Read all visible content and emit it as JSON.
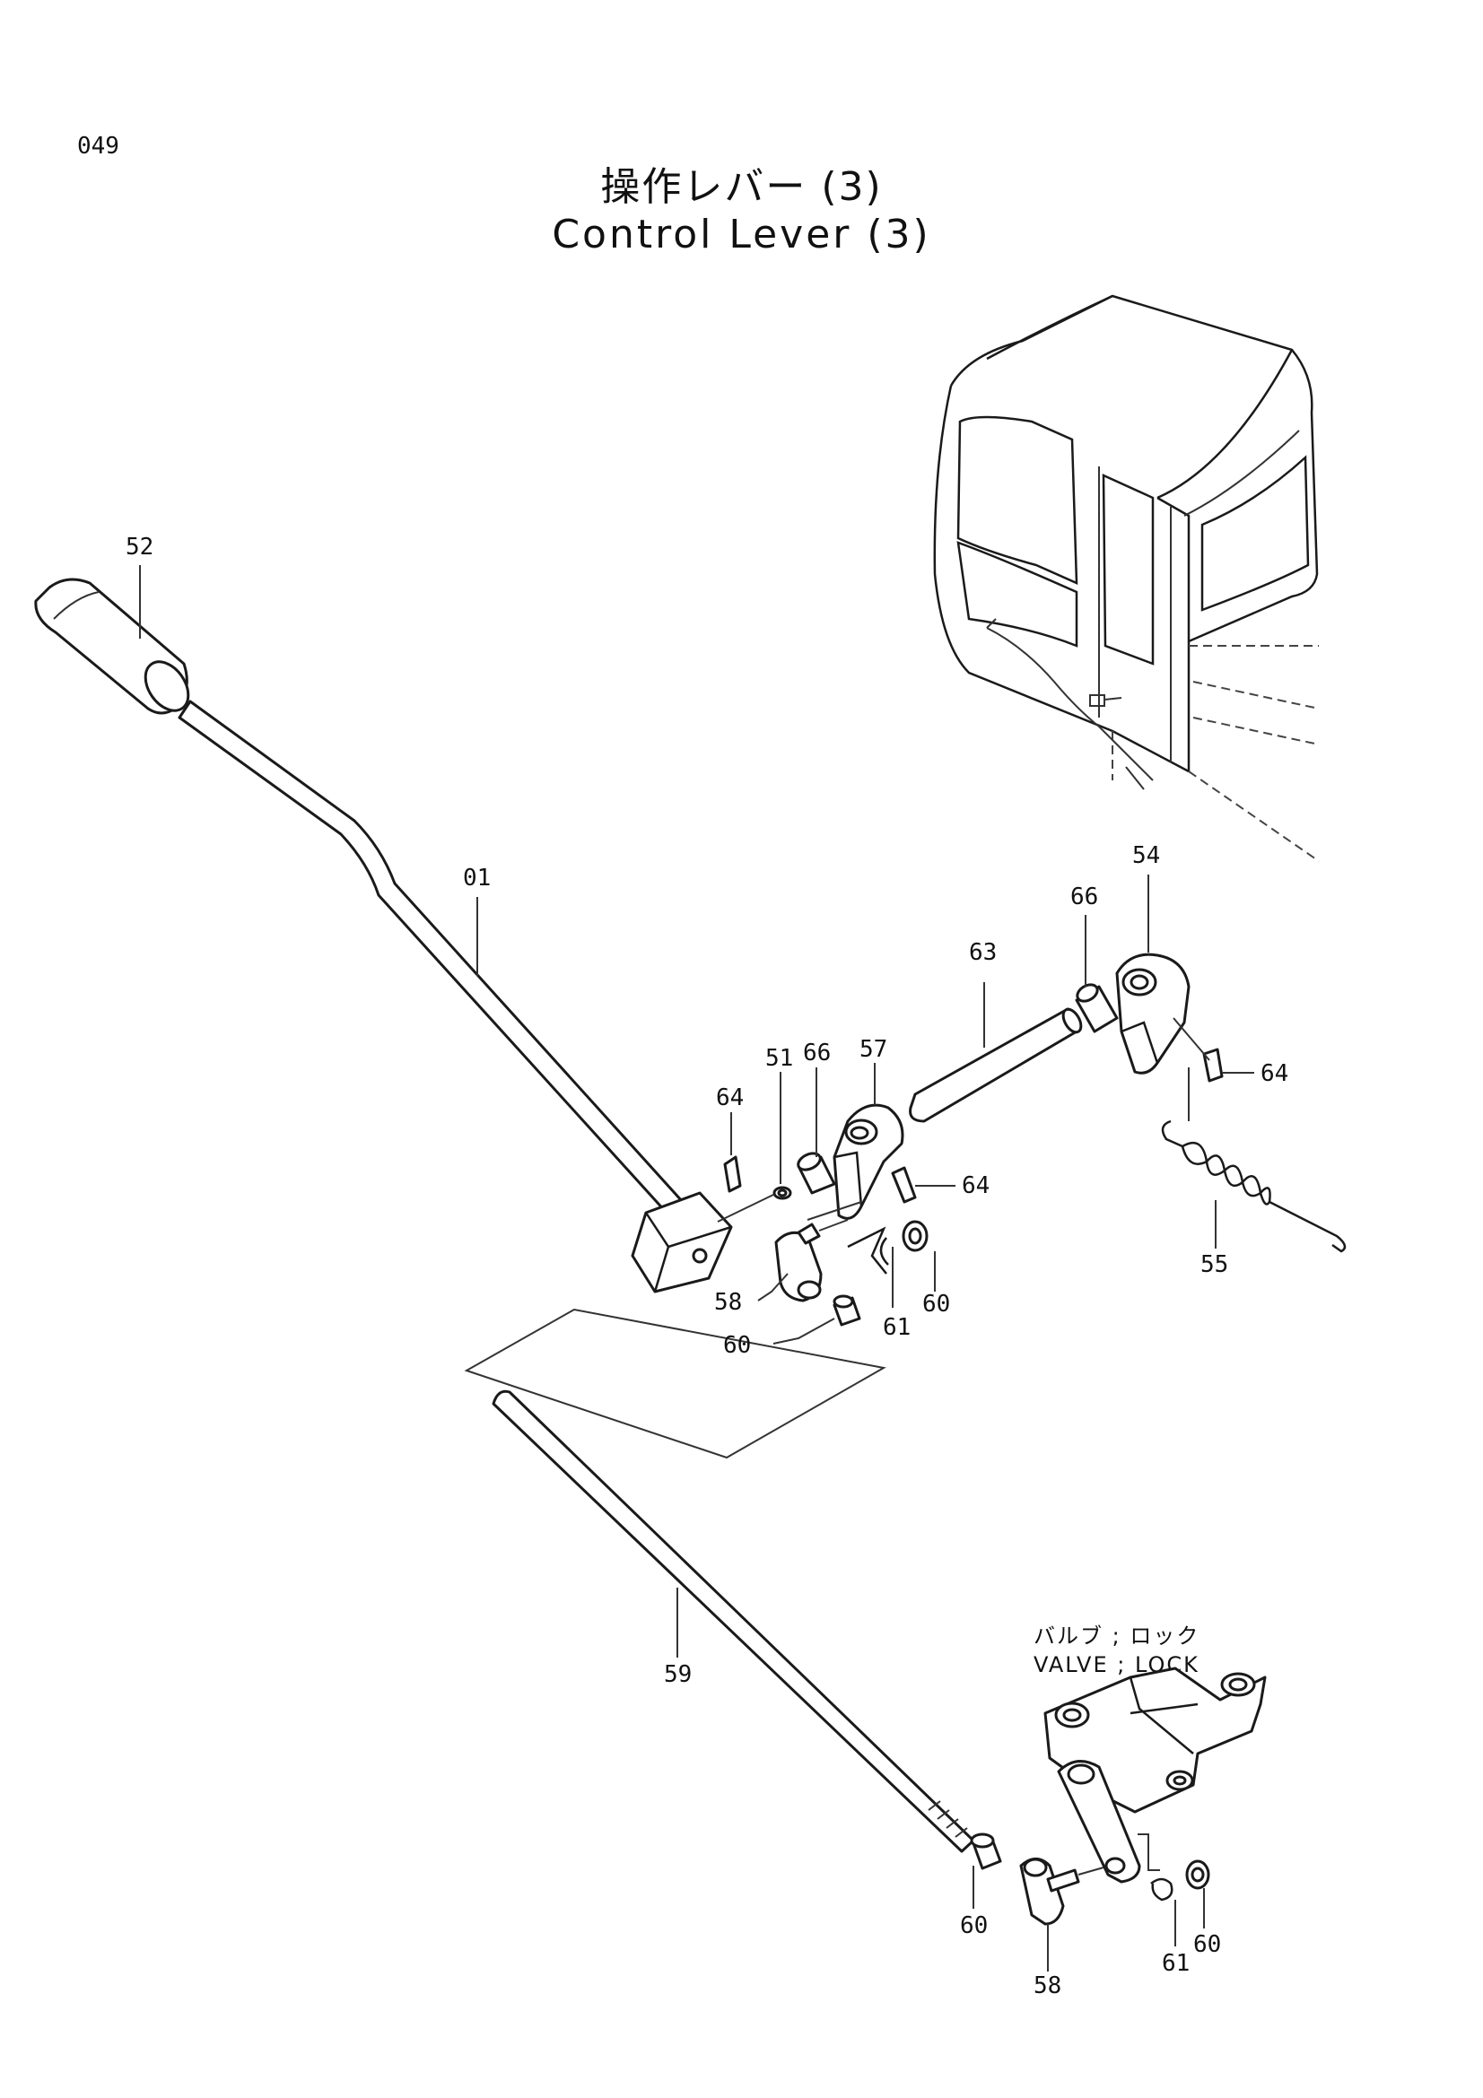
{
  "page_number": "049",
  "title_ja": "操作レバー (3)",
  "title_en": "Control Lever (3)",
  "valve_annotation": {
    "line1": "バルブ ; ロック",
    "line2": "VALVE ; LOCK"
  },
  "part_labels": {
    "p52": "52",
    "p01": "01",
    "p54": "54",
    "p66a": "66",
    "p63": "63",
    "p57": "57",
    "p66b": "66",
    "p51": "51",
    "p64a": "64",
    "p64b": "64",
    "p64c": "64",
    "p55": "55",
    "p58a": "58",
    "p61a": "61",
    "p60a": "60",
    "p60b": "60",
    "p59": "59",
    "p60c": "60",
    "p58b": "58",
    "p61b": "61",
    "p60d": "60"
  }
}
